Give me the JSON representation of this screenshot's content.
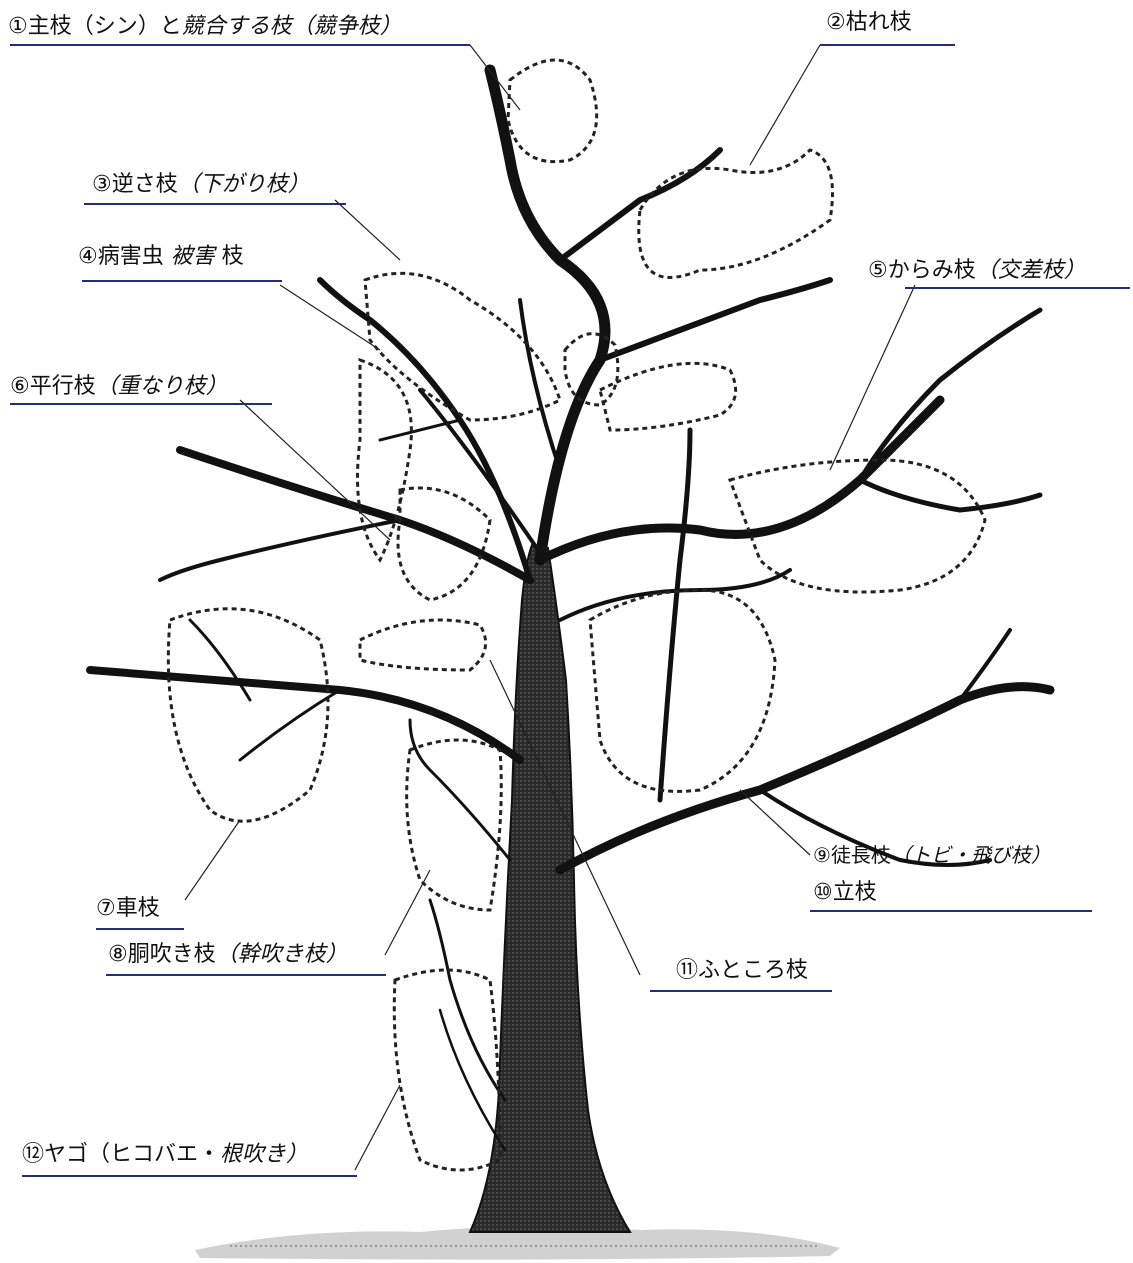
{
  "diagram": {
    "labels": [
      {
        "id": "competing",
        "num": "①",
        "text": "主枝（シン）と",
        "italic": "競合する枝（競争枝）",
        "after": ""
      },
      {
        "id": "dead",
        "num": "②",
        "text": "枯れ枝",
        "italic": "",
        "after": ""
      },
      {
        "id": "inverse",
        "num": "③",
        "text": "逆さ枝",
        "italic": "（下がり枝）",
        "after": ""
      },
      {
        "id": "pest",
        "num": "④",
        "text": "病害虫",
        "italic": "被害",
        "after": "枝"
      },
      {
        "id": "entangled",
        "num": "⑤",
        "text": "からみ枝",
        "italic": "（交差枝）",
        "after": ""
      },
      {
        "id": "parallel",
        "num": "⑥",
        "text": "平行枝",
        "italic": "（重なり枝）",
        "after": ""
      },
      {
        "id": "wheel",
        "num": "⑦",
        "text": "車枝",
        "italic": "",
        "after": ""
      },
      {
        "id": "trunk-sprout",
        "num": "⑧",
        "text": "胴吹き枝",
        "italic": "（幹吹き枝）",
        "after": ""
      },
      {
        "id": "water-sprout",
        "num": "⑨",
        "text": "徒長枝",
        "italic": "（トビ・飛び枝）",
        "after": ""
      },
      {
        "id": "upright",
        "num": "⑩",
        "text": "立枝",
        "italic": "",
        "after": ""
      },
      {
        "id": "inner",
        "num": "⑪",
        "text": "ふところ枝",
        "italic": "",
        "after": ""
      },
      {
        "id": "root-sucker",
        "num": "⑫",
        "text": "ヤゴ（ヒコバエ・",
        "italic": "根吹き）",
        "after": ""
      }
    ]
  },
  "colors": {
    "trunk": "#1a1a1a",
    "branch": "#111111",
    "dotted": "#222222",
    "underline": "#1f2f78",
    "ground": "#8a8a8a"
  }
}
